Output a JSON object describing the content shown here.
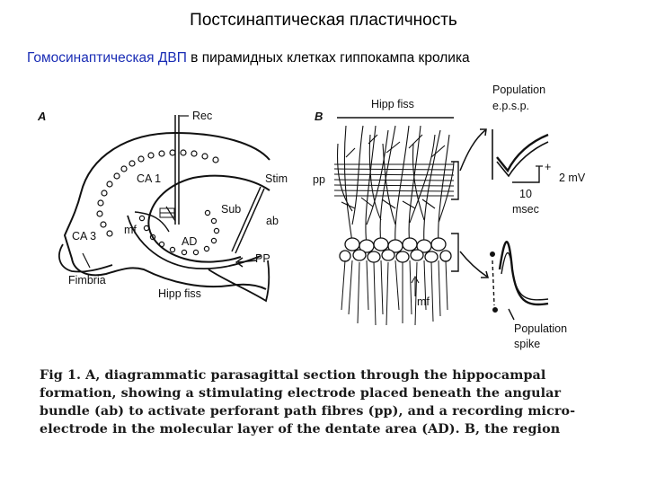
{
  "slide": {
    "title": "Постсинаптическая пластичность",
    "subtitle_highlight": "Гомосинаптическая ДВП",
    "subtitle_rest": " в пирамидных клетках гиппокампа кролика"
  },
  "figure": {
    "panel_a": {
      "panel_label": "A",
      "rec": "Rec",
      "stim": "Stim",
      "ca1": "CA 1",
      "ca3": "CA 3",
      "sub": "Sub",
      "ab": "ab",
      "mf": "mf",
      "ad": "AD",
      "pp": "PP",
      "fimbria": "Fimbria",
      "hipp_fiss": "Hipp fiss"
    },
    "panel_b": {
      "panel_label": "B",
      "hipp_fiss": "Hipp fiss",
      "pp": "pp",
      "mf": "mf",
      "population_epsp_1": "Population",
      "population_epsp_2": "e.p.s.p.",
      "scale_mv": "2 mV",
      "scale_ms_1": "10",
      "scale_ms_2": "msec",
      "plus": "+",
      "population_spike_1": "Population",
      "population_spike_2": "spike"
    }
  },
  "caption_lines": [
    "Fig 1.  A, diagrammatic parasagittal section through the hippocampal",
    "formation, showing a stimulating electrode placed beneath the angular",
    "bundle (ab) to activate perforant path fibres (pp), and a recording micro-",
    "electrode in the molecular layer of the dentate area (AD). B, the region"
  ]
}
